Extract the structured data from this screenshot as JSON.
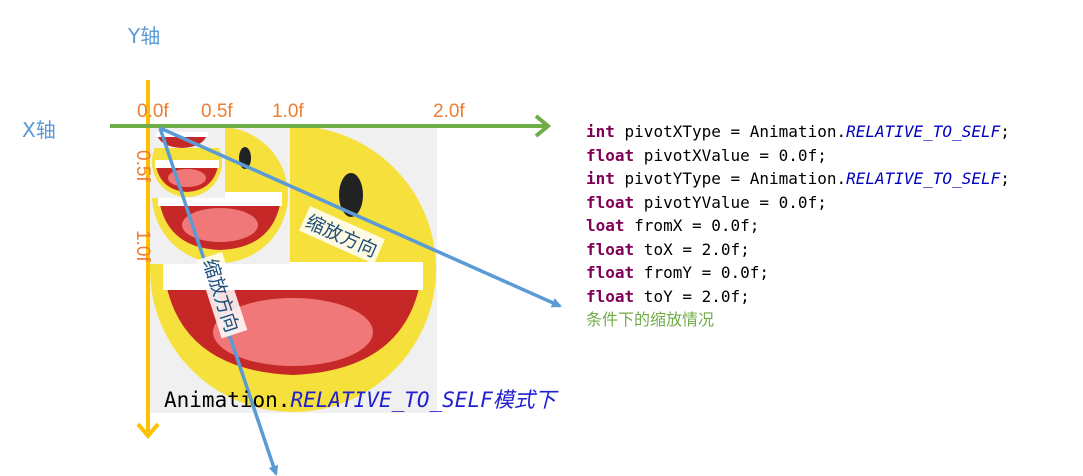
{
  "axes": {
    "y_title": "Y轴",
    "x_title": "X轴",
    "x_ticks": [
      "0.0f",
      "0.5f",
      "1.0f",
      "2.0f"
    ],
    "y_ticks": [
      "0.5f",
      "1.0f"
    ],
    "x_axis_color": "#70ad47",
    "y_axis_color": "#ffc000"
  },
  "arrows": {
    "color": "#5b9bd5",
    "x_direction_label": "缩放方向",
    "y_direction_label": "缩放方向"
  },
  "code": {
    "lines": [
      [
        {
          "t": "int",
          "s": "kw"
        },
        {
          "t": " pivotXType = Animation."
        },
        {
          "t": "RELATIVE_TO_SELF",
          "s": "const"
        },
        {
          "t": ";"
        }
      ],
      [
        {
          "t": "float",
          "s": "kw"
        },
        {
          "t": " pivotXValue = 0.0f;"
        }
      ],
      [
        {
          "t": "int",
          "s": "kw"
        },
        {
          "t": " pivotYType = Animation."
        },
        {
          "t": "RELATIVE_TO_SELF",
          "s": "const"
        },
        {
          "t": ";"
        }
      ],
      [
        {
          "t": "float",
          "s": "kw"
        },
        {
          "t": " pivotYValue = 0.0f;"
        }
      ],
      [
        {
          "t": "loat",
          "s": "kw"
        },
        {
          "t": " fromX = 0.0f;"
        }
      ],
      [
        {
          "t": "float",
          "s": "kw"
        },
        {
          "t": " toX = 2.0f;"
        }
      ],
      [
        {
          "t": "float",
          "s": "kw"
        },
        {
          "t": " fromY = 0.0f;"
        }
      ],
      [
        {
          "t": "float",
          "s": "kw"
        },
        {
          "t": " toY = 2.0f;"
        }
      ]
    ],
    "note": "条件下的缩放情况"
  },
  "mode_caption": {
    "prefix": "Animation.",
    "constant": "RELATIVE_TO_SELF",
    "suffix": "模式下"
  },
  "smiley": {
    "face_color": "#f5e03c",
    "mouth_color": "#e84c4c",
    "tongue_color": "#f07878",
    "backdrop_color": "#f0f0f0"
  }
}
